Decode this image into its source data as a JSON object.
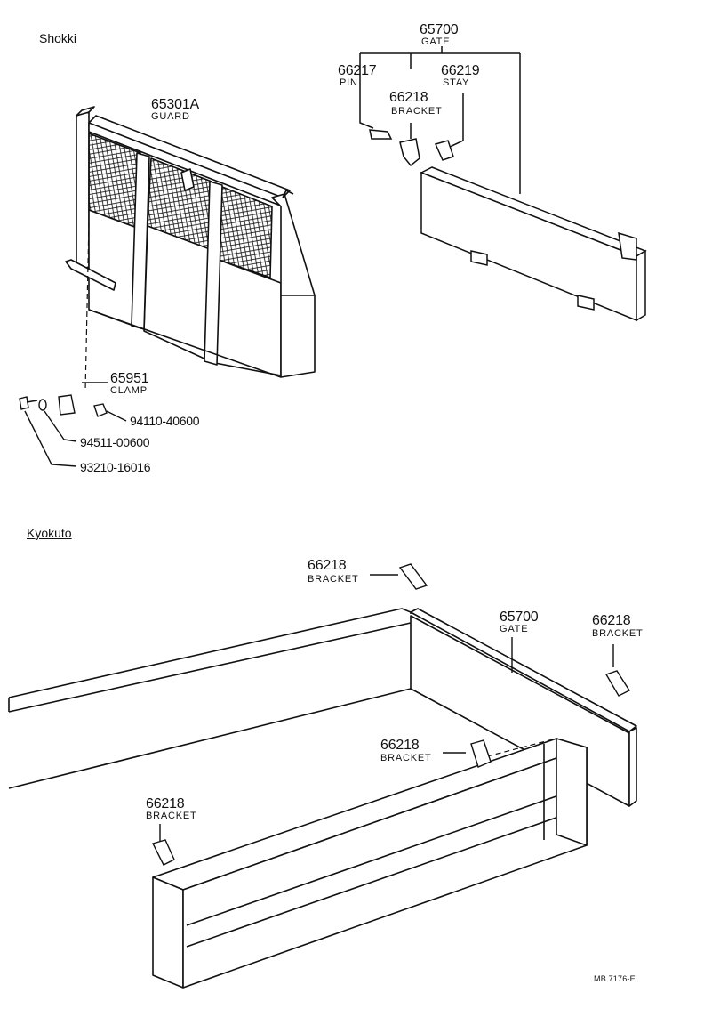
{
  "sections": {
    "shokki": "Shokki",
    "kyokuto": "Kyokuto"
  },
  "shokki_parts": {
    "gate": {
      "number": "65700",
      "name": "GATE"
    },
    "pin": {
      "number": "66217",
      "name": "PIN"
    },
    "bracket": {
      "number": "66218",
      "name": "BRACKET"
    },
    "stay": {
      "number": "66219",
      "name": "STAY"
    },
    "guard": {
      "number": "65301A",
      "name": "GUARD"
    },
    "clamp": {
      "number": "65951",
      "name": "CLAMP"
    },
    "nut": {
      "number": "94110-40600"
    },
    "washer": {
      "number": "94511-00600"
    },
    "bolt": {
      "number": "93210-16016"
    }
  },
  "kyokuto_parts": {
    "bracket_top": {
      "number": "66218",
      "name": "BRACKET"
    },
    "gate": {
      "number": "65700",
      "name": "GATE"
    },
    "bracket_right": {
      "number": "66218",
      "name": "BRACKET"
    },
    "bracket_mid": {
      "number": "66218",
      "name": "BRACKET"
    },
    "bracket_left": {
      "number": "66218",
      "name": "BRACKET"
    }
  },
  "footer": {
    "drawing_code": "MB 7176-E"
  }
}
